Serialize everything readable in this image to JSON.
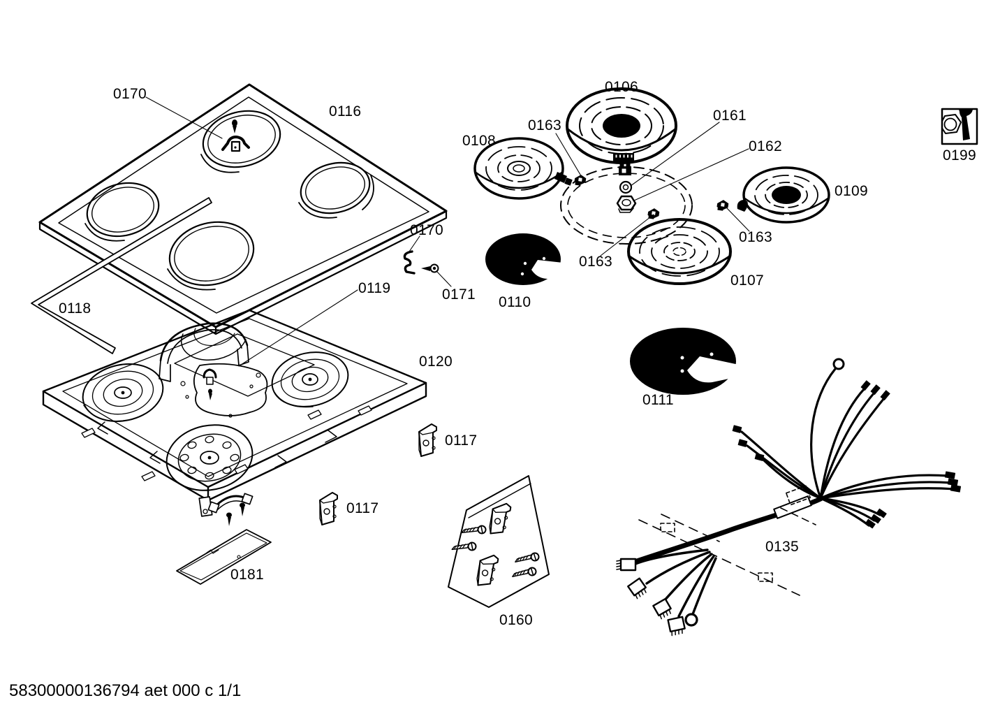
{
  "page": {
    "background": "#ffffff",
    "ink": "#000000"
  },
  "footer": {
    "code": "58300000136794 aet 000 c 1/1"
  },
  "labels": {
    "l0170_top": "0170",
    "l0116": "0116",
    "l0106": "0106",
    "l0163_top": "0163",
    "l0161": "0161",
    "l0108": "0108",
    "l0162": "0162",
    "l0109": "0109",
    "l0163_right": "0163",
    "l0163_mid": "0163",
    "l0107": "0107",
    "l0110": "0110",
    "l0170_mid": "0170",
    "l0171": "0171",
    "l0119": "0119",
    "l0118": "0118",
    "l0120": "0120",
    "l0111": "0111",
    "l0117_upper": "0117",
    "l0117_lower": "0117",
    "l0181": "0181",
    "l0160": "0160",
    "l0135": "0135",
    "l0199": "0199"
  },
  "part_numbers": [
    "0106",
    "0107",
    "0108",
    "0109",
    "0110",
    "0111",
    "0116",
    "0117",
    "0118",
    "0119",
    "0120",
    "0135",
    "0160",
    "0161",
    "0162",
    "0163",
    "0170",
    "0171",
    "0181",
    "0199"
  ],
  "icons": {
    "service_box": [
      "hex-nut-icon",
      "wrench-icon"
    ]
  }
}
